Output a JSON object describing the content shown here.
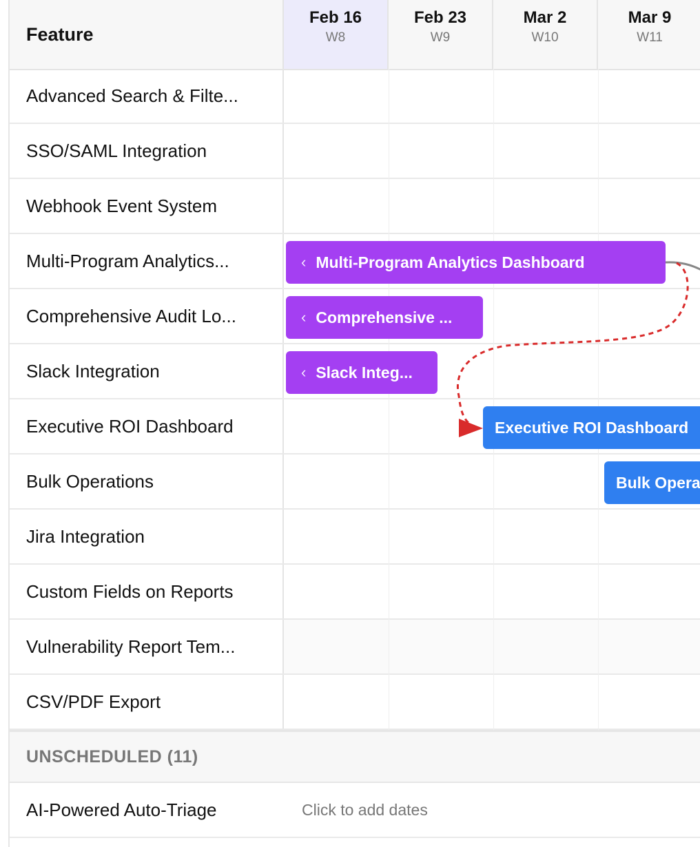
{
  "header": {
    "feature_label": "Feature",
    "weeks": [
      {
        "date": "Feb 16",
        "week": "W8"
      },
      {
        "date": "Feb 23",
        "week": "W9"
      },
      {
        "date": "Mar 2",
        "week": "W10"
      },
      {
        "date": "Mar 9",
        "week": "W11"
      }
    ]
  },
  "features": [
    "Advanced Search & Filte...",
    "SSO/SAML Integration",
    "Webhook Event System",
    "Multi-Program Analytics...",
    "Comprehensive Audit Lo...",
    "Slack Integration",
    "Executive ROI Dashboard",
    "Bulk Operations",
    "Jira Integration",
    "Custom Fields on Reports",
    "Vulnerability Report Tem...",
    "CSV/PDF Export"
  ],
  "bars": {
    "multi_program": {
      "label": "Multi-Program Analytics Dashboard",
      "chevron": "‹"
    },
    "audit_log": {
      "label": "Comprehensive ...",
      "chevron": "‹"
    },
    "slack": {
      "label": "Slack Integ...",
      "chevron": "‹"
    },
    "exec_roi": {
      "label": "Executive ROI Dashboard"
    },
    "bulk_ops": {
      "label": "Bulk Opera"
    }
  },
  "unscheduled": {
    "heading": "UNSCHEDULED (11)",
    "items": [
      {
        "label": "AI-Powered Auto-Triage",
        "hint": "Click to add dates"
      }
    ]
  },
  "colors": {
    "purple_bar": "#a43ff2",
    "blue_bar": "#2f7ff0",
    "dependency_arrow": "#d92b2b",
    "current_week_bg": "#ecebfb"
  }
}
